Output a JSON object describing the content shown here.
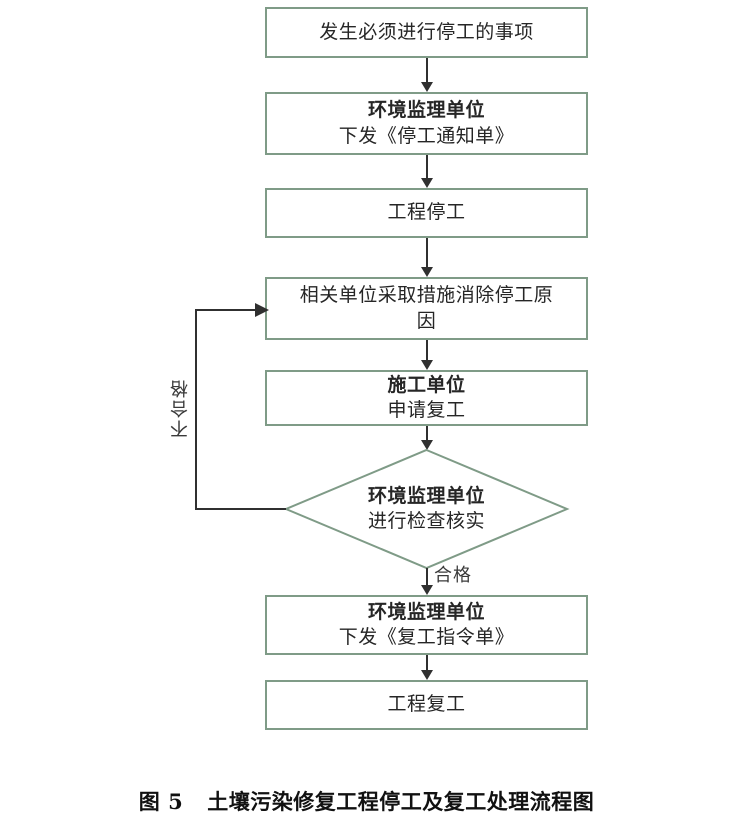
{
  "figure": {
    "caption_prefix": "图 5",
    "caption_text": "土壤污染修复工程停工及复工处理流程图",
    "border_color": "#7f9b87",
    "connector_color": "#303030",
    "background": "#ffffff"
  },
  "nodes": [
    {
      "id": "trigger-event",
      "shape": "process",
      "lines": [
        {
          "text": "发生必须进行停工的事项",
          "bold": false
        }
      ]
    },
    {
      "id": "issue-stop-work-notice",
      "shape": "process",
      "lines": [
        {
          "text": "环境监理单位",
          "bold": true
        },
        {
          "text": "下发《停工通知单》",
          "bold": false
        }
      ]
    },
    {
      "id": "project-stopped",
      "shape": "process",
      "lines": [
        {
          "text": "工程停工",
          "bold": false
        }
      ]
    },
    {
      "id": "remove-stop-cause",
      "shape": "process",
      "lines": [
        {
          "text": "相关单位采取措施消除停工原",
          "bold": false
        },
        {
          "text": "因",
          "bold": false
        }
      ]
    },
    {
      "id": "apply-resume-work",
      "shape": "process",
      "lines": [
        {
          "text": "施工单位",
          "bold": true
        },
        {
          "text": "申请复工",
          "bold": false
        }
      ]
    },
    {
      "id": "inspection-verification",
      "shape": "decision",
      "lines": [
        {
          "text": "环境监理单位",
          "bold": true
        },
        {
          "text": "进行检查核实",
          "bold": false
        }
      ]
    },
    {
      "id": "issue-resume-order",
      "shape": "process",
      "lines": [
        {
          "text": "环境监理单位",
          "bold": true
        },
        {
          "text": "下发《复工指令单》",
          "bold": false
        }
      ]
    },
    {
      "id": "project-resumed",
      "shape": "process",
      "lines": [
        {
          "text": "工程复工",
          "bold": false
        }
      ]
    }
  ],
  "edge_labels": {
    "fail": "不合格",
    "pass": "合格"
  }
}
